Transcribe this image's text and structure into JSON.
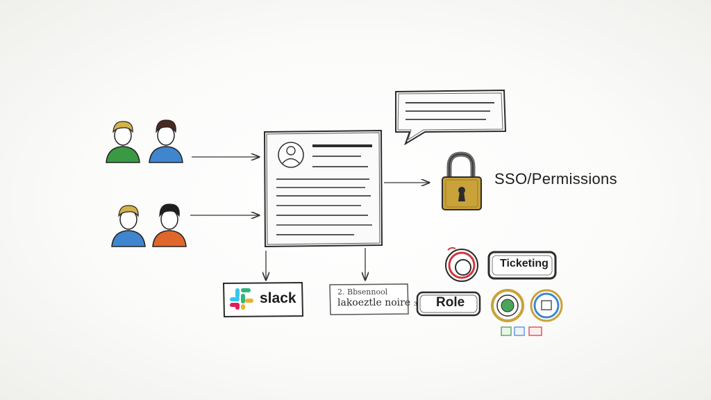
{
  "labels": {
    "sso": "SSO/Permissions",
    "slack": "slack",
    "box_line1": "2. Bbsennool",
    "box_line2": "lakoeztle  noire ₃",
    "role": "Role",
    "ticketing": "Ticketing"
  },
  "icons": [
    "user-icon",
    "profile-avatar-icon",
    "lock-icon",
    "slack-logo-icon",
    "chat-bubble-icon",
    "record-icon"
  ],
  "colors": {
    "ink": "#2b2b2b",
    "lock_gold": "#c9a23a",
    "green_shirt": "#3a9a44",
    "blue_shirt": "#3f86cf",
    "orange_shirt": "#e0672b",
    "red_ring": "#d0343a"
  }
}
